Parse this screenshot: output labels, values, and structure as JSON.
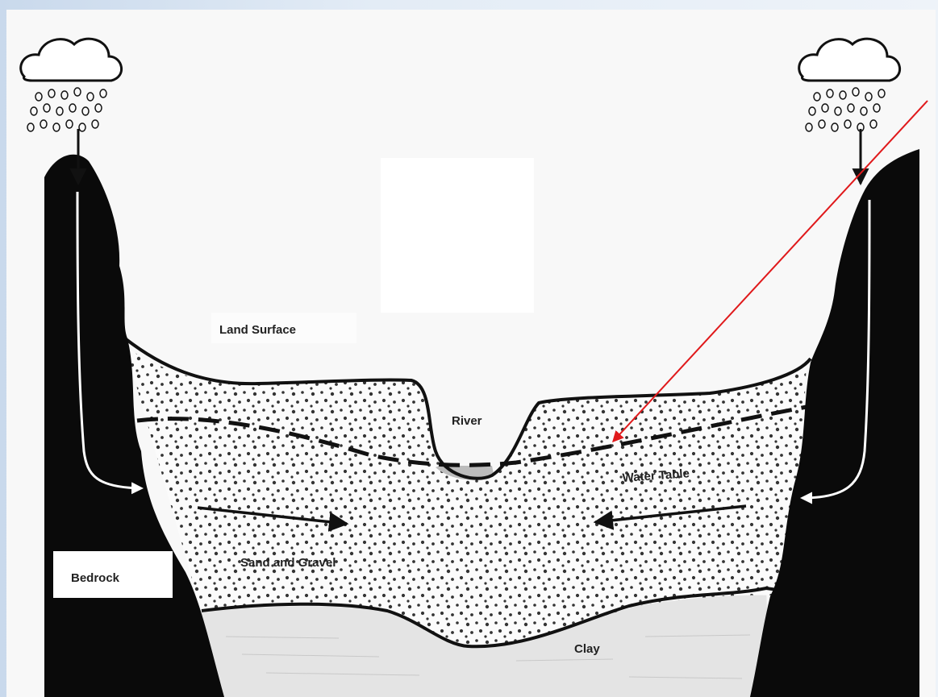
{
  "labels": {
    "land_surface": "Land Surface",
    "river": "River",
    "water_table": "Water Table",
    "sand_gravel": "Sand and Gravel",
    "bedrock": "Bedrock",
    "clay": "Clay"
  },
  "colors": {
    "rock": "#0a0a0a",
    "pointer": "#e0191b",
    "outline": "#111111",
    "sky_bg": "#c9d9ec"
  },
  "icons": {
    "left_cloud": "rain-cloud-icon",
    "right_cloud": "rain-cloud-icon"
  }
}
